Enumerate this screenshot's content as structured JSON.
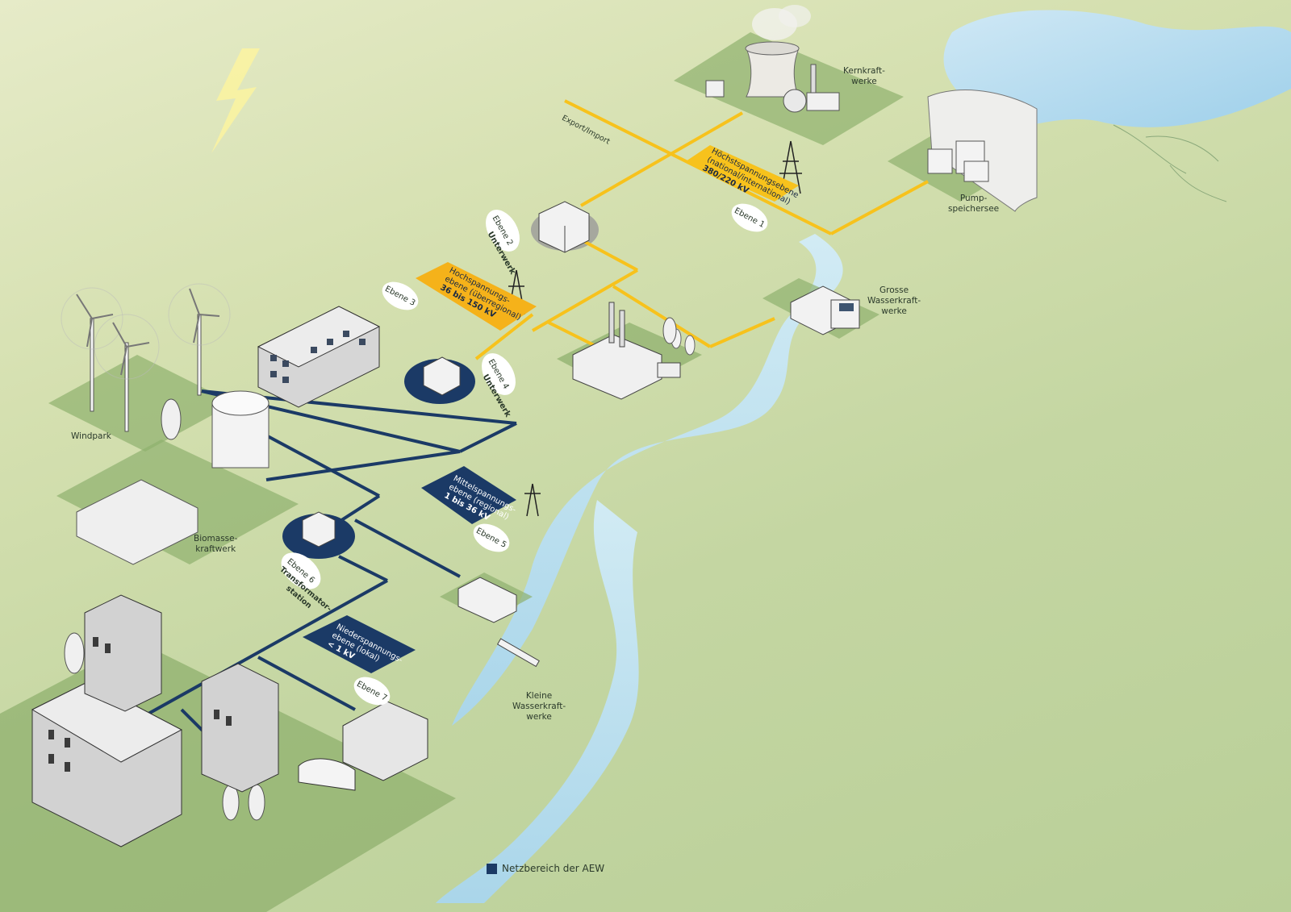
{
  "colors": {
    "yellow": "#f7c21c",
    "orange": "#f5b21a",
    "navy": "#1b3a66",
    "water": "#a9d8ef",
    "ground": "#9fbf7f"
  },
  "labels": {
    "kernkraftwerke": "Kernkraft-\nwerke",
    "pumpspeichersee": "Pump-\nspeichersee",
    "grosse_wasserkraftwerke": "Grosse\nWasserkraft-\nwerke",
    "windpark": "Windpark",
    "biomassekraftwerk": "Biomasse-\nkraftwerk",
    "kleine_wasserkraftwerke": "Kleine\nWasserkraft-\nwerke",
    "export_import": "Export/Import"
  },
  "ebenen": {
    "e1": "Ebene 1",
    "e2": "Ebene 2",
    "e3": "Ebene 3",
    "e4": "Ebene 4",
    "e5": "Ebene 5",
    "e6": "Ebene 6",
    "e7": "Ebene 7"
  },
  "voltage_levels": {
    "hoechst": {
      "line1": "Höchstspannungsebene",
      "line2": "(national/international)",
      "line3": "380/220 kV"
    },
    "hoch": {
      "line1": "Hochspannungs-",
      "line2": "ebene (überregional)",
      "line3": "36 bis 150 kV"
    },
    "mittel": {
      "line1": "Mittelspannungs-",
      "line2": "ebene (regional)",
      "line3": "1 bis 36 kV"
    },
    "nieder": {
      "line1": "Niederspannungs-",
      "line2": "ebene (lokal)",
      "line3": "< 1 kV"
    }
  },
  "stations": {
    "unterwerk2": "Unterwerk",
    "unterwerk4": "Unterwerk",
    "trafo": "Transformator-\nstation"
  },
  "legend": {
    "label": "Netzbereich der AEW"
  }
}
